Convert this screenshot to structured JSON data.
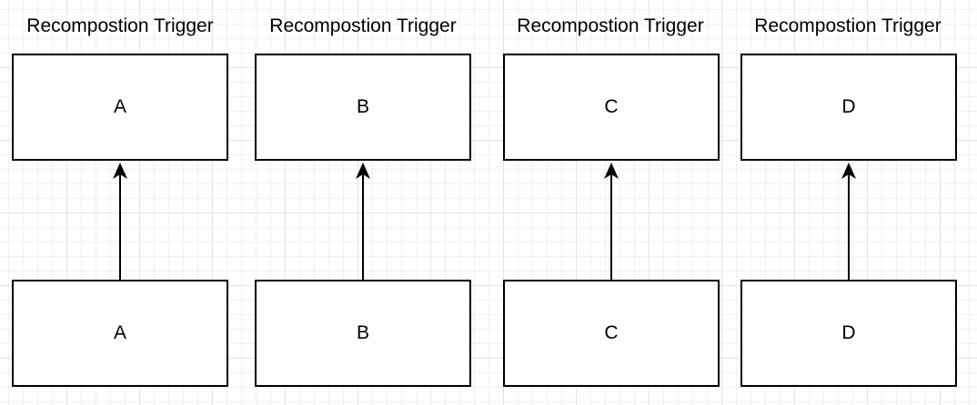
{
  "columns": [
    {
      "caption": "Recompostion Trigger",
      "top_label": "A",
      "bottom_label": "A"
    },
    {
      "caption": "Recompostion Trigger",
      "top_label": "B",
      "bottom_label": "B"
    },
    {
      "caption": "Recompostion Trigger",
      "top_label": "C",
      "bottom_label": "C"
    },
    {
      "caption": "Recompostion Trigger",
      "top_label": "D",
      "bottom_label": "D"
    }
  ],
  "colors": {
    "stroke": "#000000",
    "box_fill": "#ffffff",
    "grid_major": "#e3e3e3",
    "grid_minor": "#f1f1f1"
  }
}
